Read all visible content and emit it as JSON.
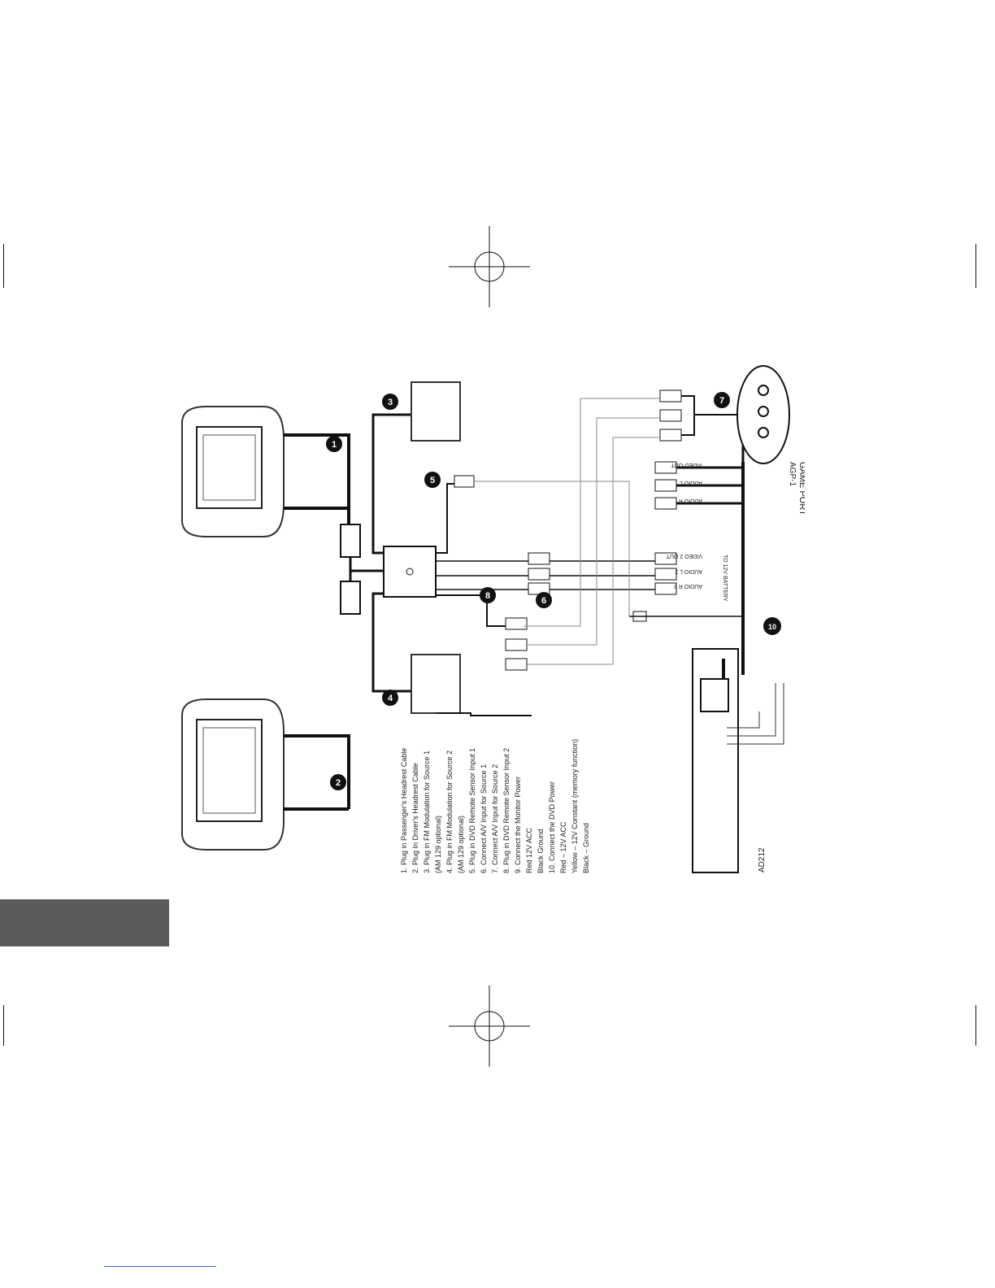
{
  "diagram": {
    "steps": [
      "1.  Plug in Passenger's Headrest Cable",
      "2.  Plug In Driver's Headrest Cable",
      "3.  Plug in FM Modulation for Source 1",
      "     (AM 129 optional)",
      "4.  Plug in FM Modulation for Source 2",
      "     (AM 129 optional)",
      "5.  Plug in DVD Remote Sensor Input 1",
      "6.  Connect A/V Input for Source 1",
      "7.  Connect A/V Input for Source 2",
      "8.  Plug in DVD Remote Sensor Input 2",
      "9.  Connect the Monitor Power",
      "     Red   12V ACC",
      "     Black   Ground",
      "10. Connect the DVD Power",
      "     Red – 12V ACC",
      "     Yellow – 12V Constant (memory function)",
      "     Black – Ground"
    ],
    "callouts": [
      "1",
      "2",
      "3",
      "4",
      "5",
      "6",
      "7",
      "8",
      "10"
    ],
    "game_port": {
      "line1": "GAME PORT",
      "line2": "AGP-1"
    },
    "model_label": "AD212",
    "av_outputs": [
      "VIDEO OUT",
      "AUDIO L",
      "AUDIO R",
      "VIDEO 2 OUT",
      "AUDIO L 2",
      "AUDIO R 2"
    ],
    "power_label": "TO 12V BATTERY"
  }
}
